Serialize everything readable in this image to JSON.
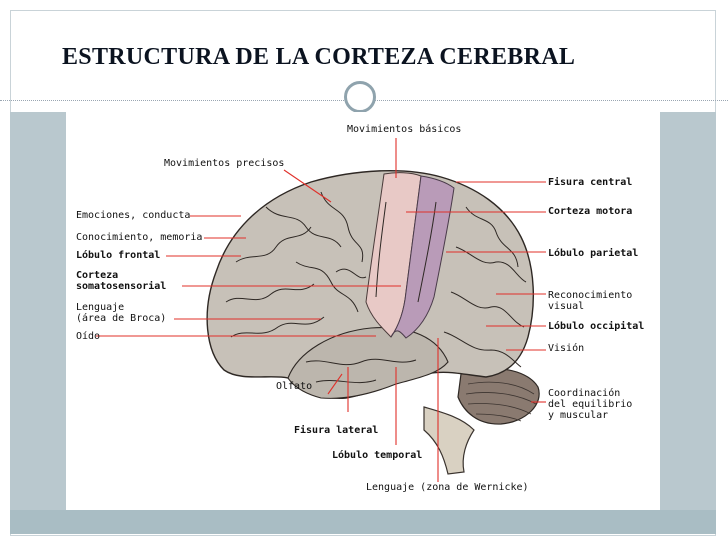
{
  "title": "ESTRUCTURA DE LA CORTEZA CEREBRAL",
  "labels": {
    "movimientos_basicos": "Movimientos básicos",
    "movimientos_precisos": "Movimientos precisos",
    "emociones": "Emociones, conducta",
    "conocimiento": "Conocimiento, memoria",
    "lobulo_frontal": "Lóbulo frontal",
    "corteza_soma_1": "Corteza",
    "corteza_soma_2": "somatosensorial",
    "lenguaje_broca_1": "Lenguaje",
    "lenguaje_broca_2": "(área de Broca)",
    "oido": "Oído",
    "olfato": "Olfato",
    "fisura_lateral": "Fisura lateral",
    "lobulo_temporal": "Lóbulo temporal",
    "lenguaje_wernicke": "Lenguaje (zona de Wernicke)",
    "fisura_central": "Fisura central",
    "corteza_motora": "Corteza motora",
    "lobulo_parietal": "Lóbulo parietal",
    "reconocimiento_1": "Reconocimiento",
    "reconocimiento_2": "visual",
    "lobulo_occipital": "Lóbulo occipital",
    "vision": "Visión",
    "coordinacion_1": "Coordinación",
    "coordinacion_2": "del equilibrio",
    "coordinacion_3": "y muscular"
  },
  "colors": {
    "title": "#0b1320",
    "leader_line": "#e0302a",
    "brain_gray": "#c7c1b8",
    "motor_pink": "#e8c9c6",
    "somato_purple": "#b99bb8",
    "cerebellum": "#8a7a70",
    "band": "#b9c8ce"
  }
}
